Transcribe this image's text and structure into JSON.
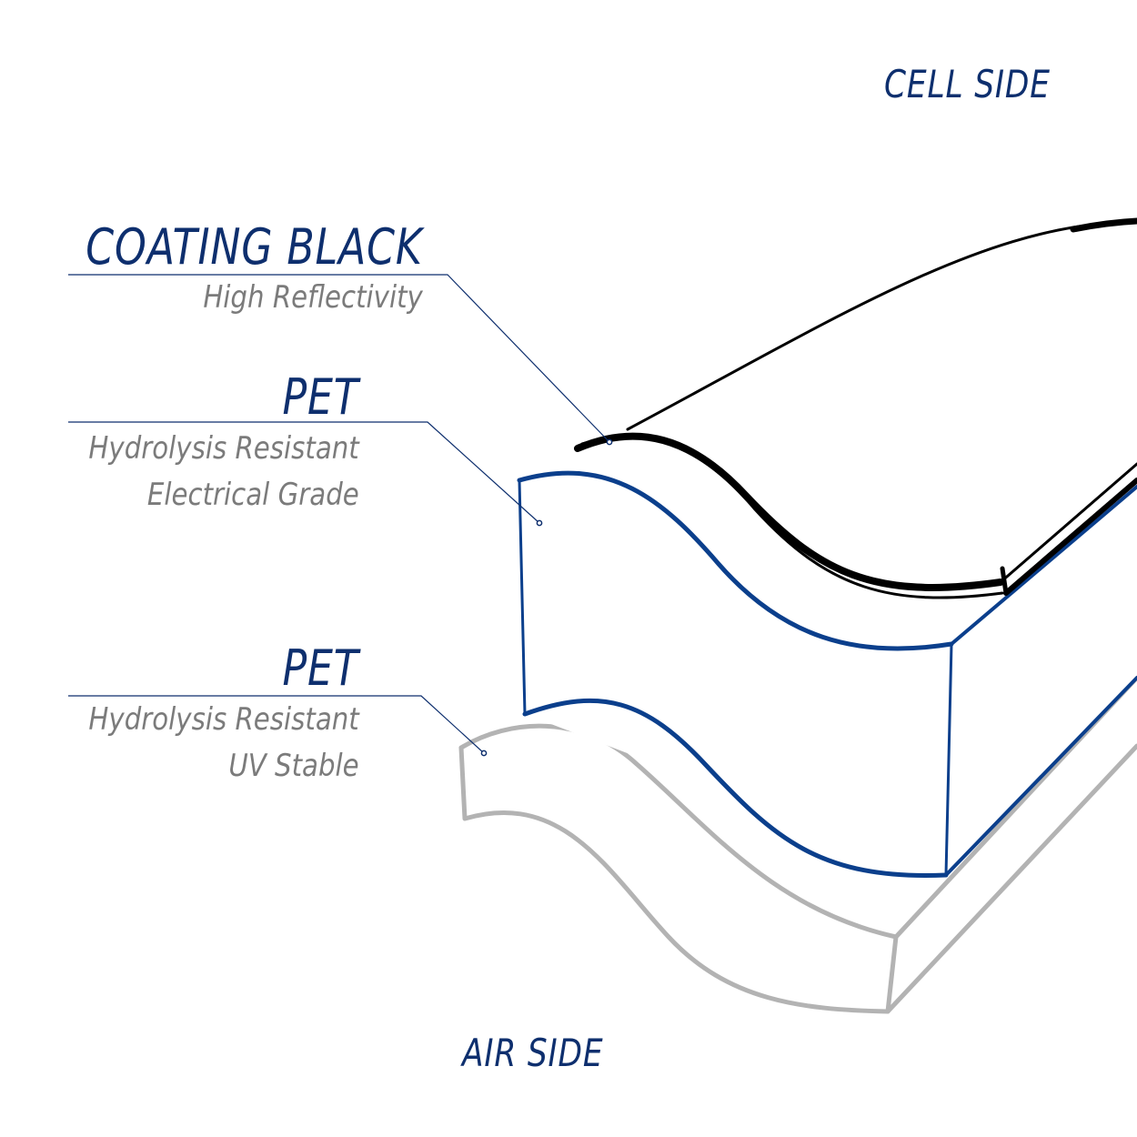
{
  "sides": {
    "cell": "CELL SIDE",
    "air": "AIR SIDE"
  },
  "layers": [
    {
      "title": "COATING BLACK",
      "lines": [
        "High  Reflectivity"
      ]
    },
    {
      "title": "PET",
      "lines": [
        "Hydrolysis Resistant",
        "Electrical Grade"
      ]
    },
    {
      "title": "PET",
      "lines": [
        "Hydrolysis Resistant",
        "UV Stable"
      ]
    }
  ],
  "colors": {
    "navy_text": "#0e2f6e",
    "blue_layer": "#0b3f8c",
    "grey_layer": "#b3b3b3",
    "black_layer": "#000000",
    "sub_text": "#7b7b7b"
  }
}
